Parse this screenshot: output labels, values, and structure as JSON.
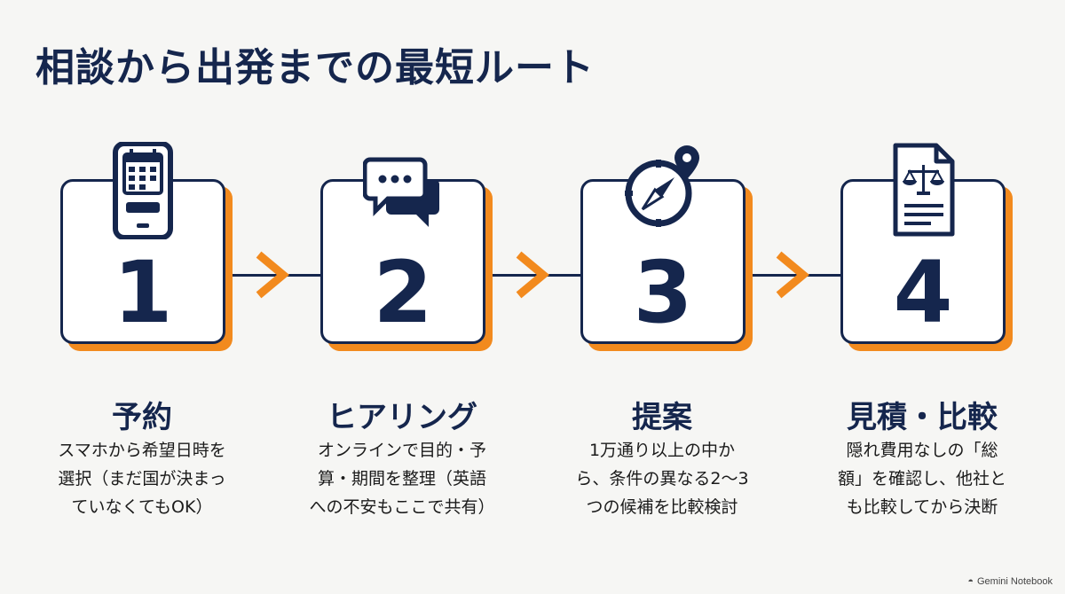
{
  "title": "相談から出発までの最短ルート",
  "steps": [
    {
      "number": "1",
      "icon": "smartphone-calendar-icon",
      "title": "予約",
      "desc_lines": [
        "スマホから希望日時を",
        "選択（まだ国が決まっ",
        "ていなくてもOK）"
      ]
    },
    {
      "number": "2",
      "icon": "chat-bubbles-icon",
      "title": "ヒアリング",
      "desc_lines": [
        "オンラインで目的・予",
        "算・期間を整理（英語",
        "への不安もここで共有）"
      ]
    },
    {
      "number": "3",
      "icon": "compass-pin-icon",
      "title": "提案",
      "desc_lines": [
        "1万通り以上の中か",
        "ら、条件の異なる2〜3",
        "つの候補を比較検討"
      ]
    },
    {
      "number": "4",
      "icon": "document-scales-icon",
      "title": "見積・比較",
      "desc_lines": [
        "隠れ費用なしの「総",
        "額」を確認し、他社と",
        "も比較してから決断"
      ]
    }
  ],
  "watermark": "Gemini Notebook",
  "colors": {
    "navy": "#15264d",
    "orange": "#f28a1e",
    "background": "#f6f6f4"
  }
}
